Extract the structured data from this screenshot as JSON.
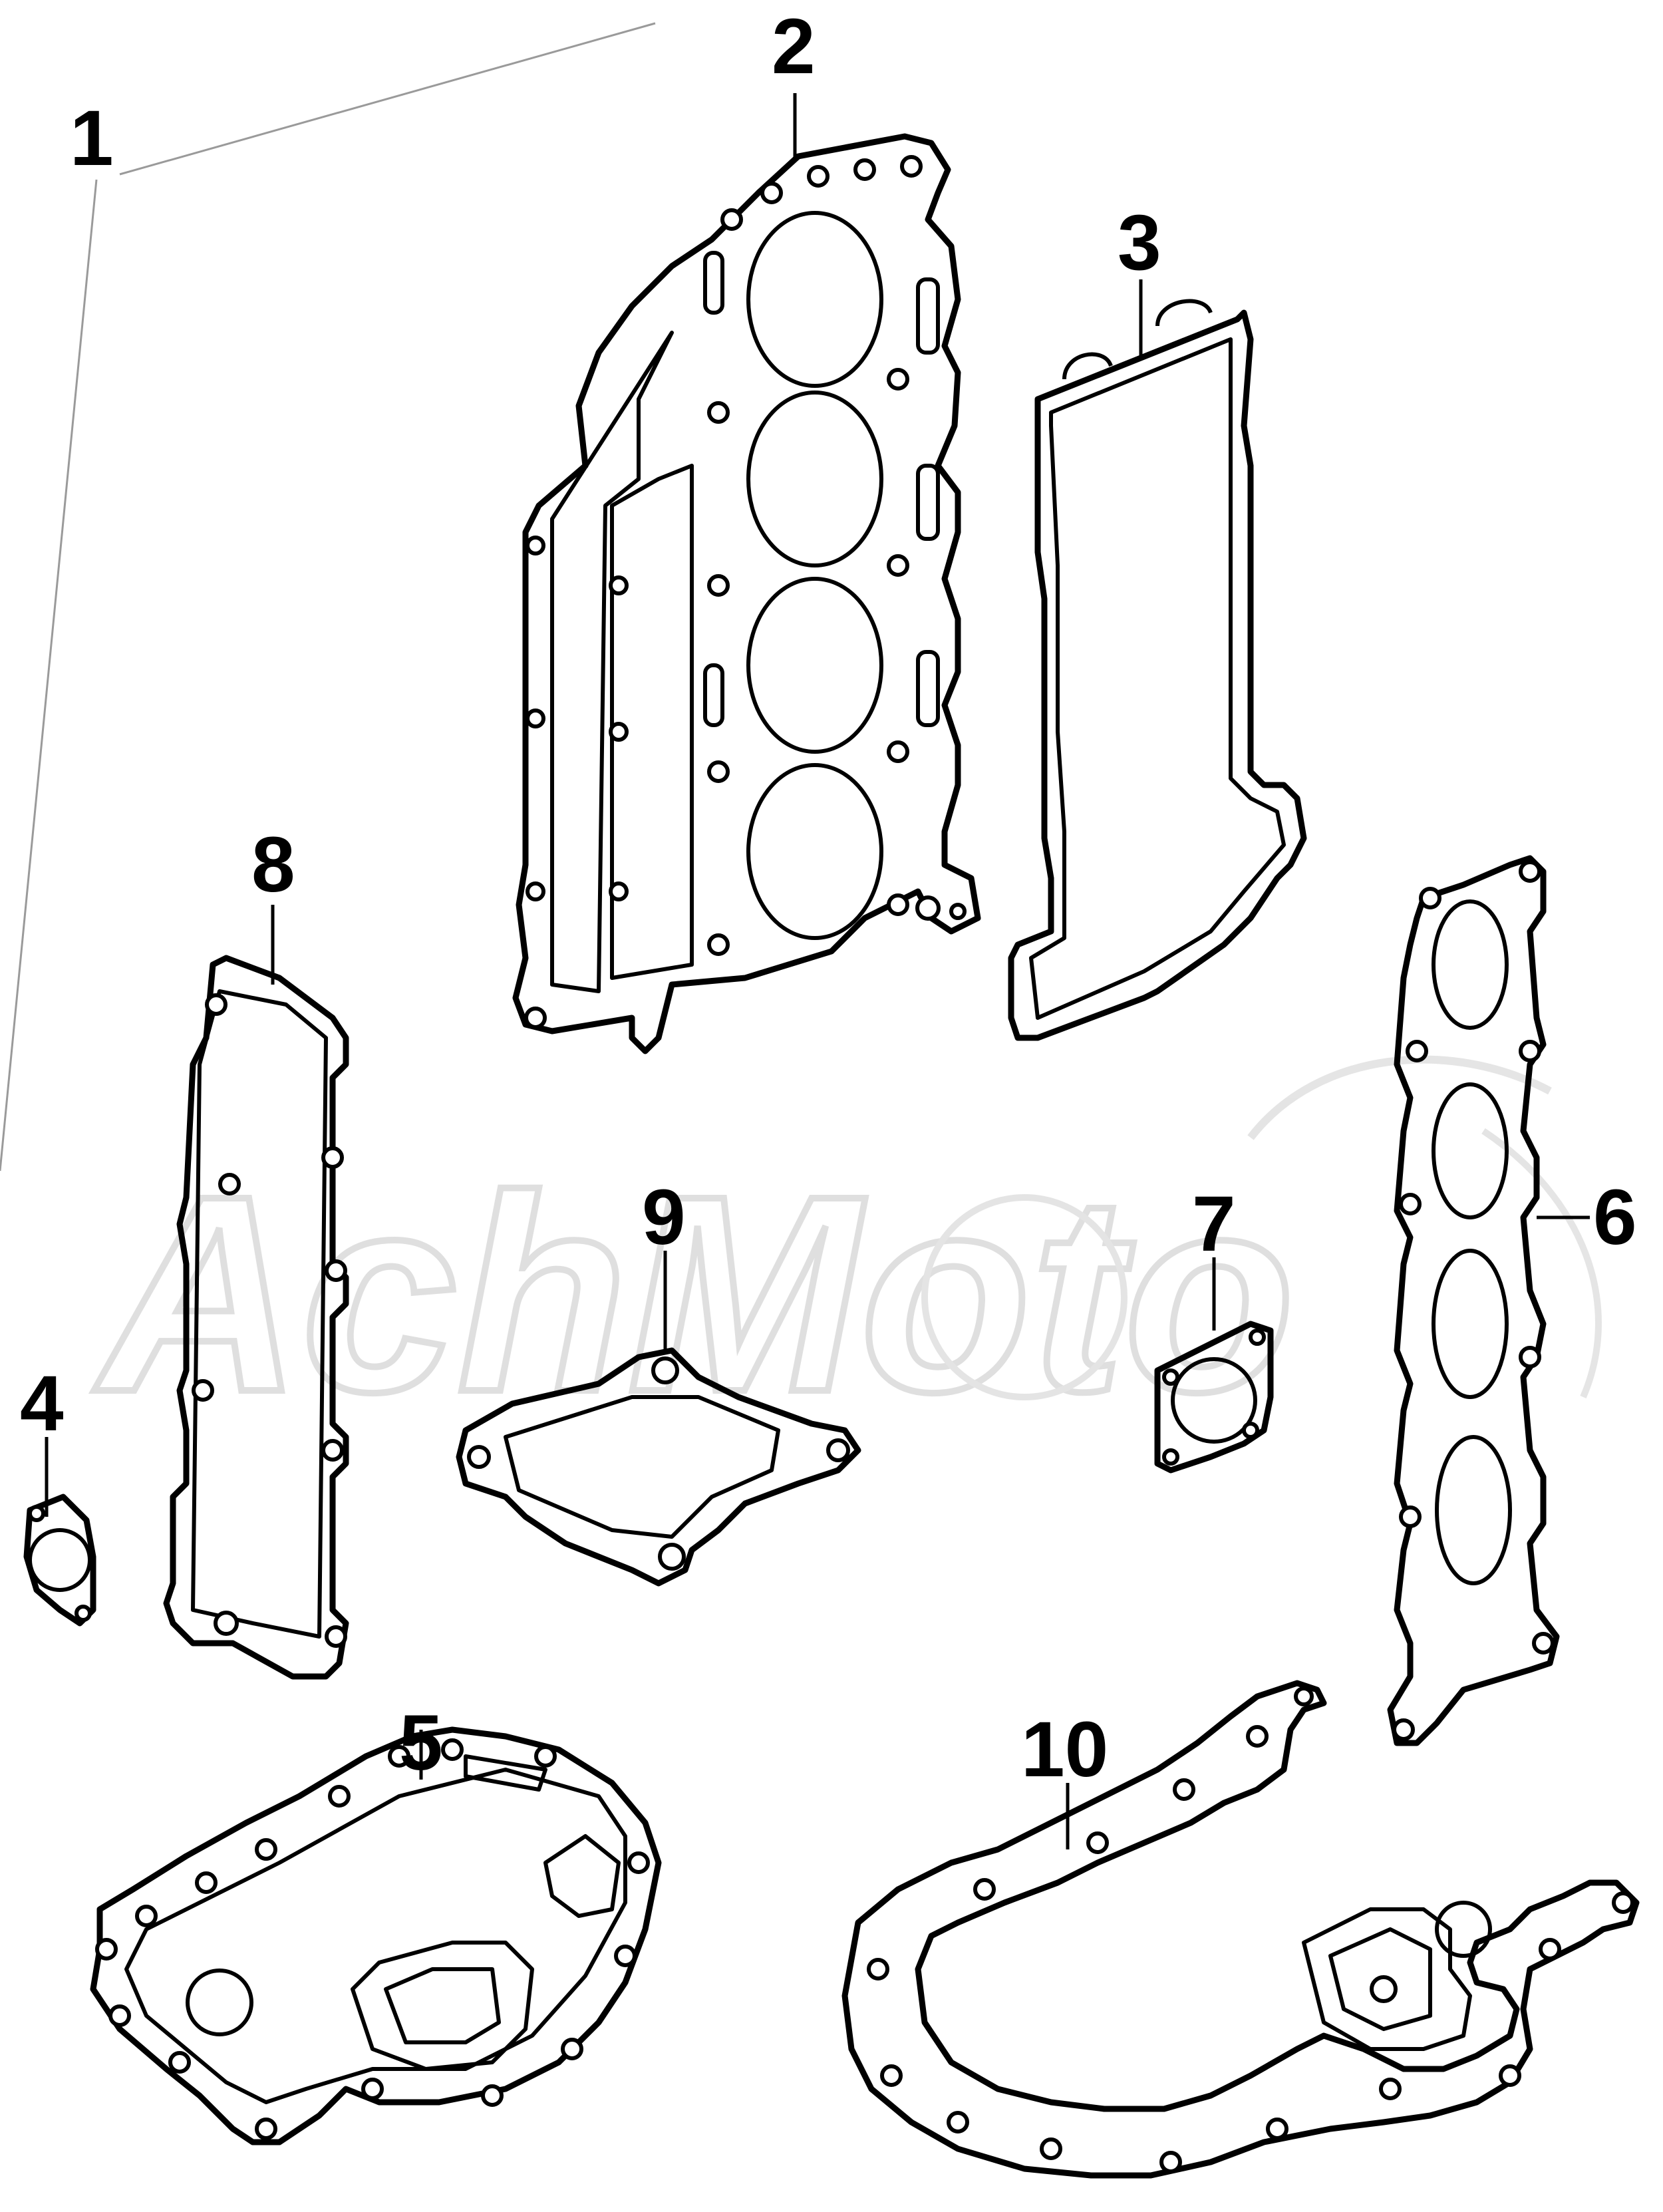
{
  "watermark": "AchMoto",
  "callouts": {
    "c1": "1",
    "c2": "2",
    "c3": "3",
    "c4": "4",
    "c5": "5",
    "c6": "6",
    "c7": "7",
    "c8": "8",
    "c9": "9",
    "c10": "10"
  }
}
